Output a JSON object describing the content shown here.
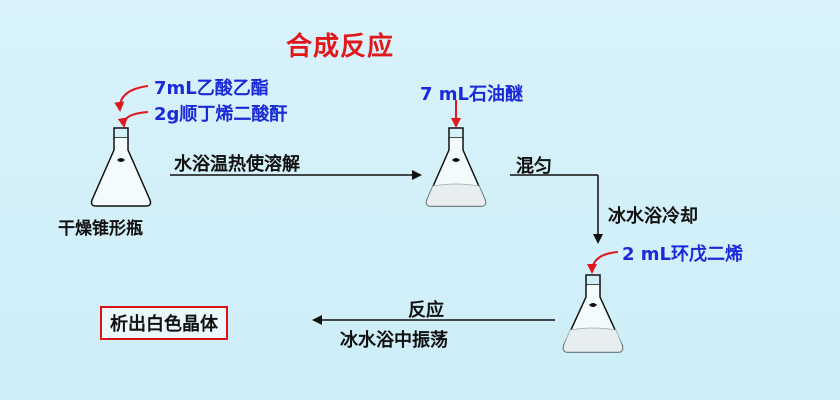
{
  "title": "合成反应",
  "reagents": {
    "flask1_a": "7mL乙酸乙酯",
    "flask1_b": "2g顺丁烯二酸酐",
    "flask2": "7 mL石油醚",
    "flask3": "2 mL环戊二烯"
  },
  "flask1_label": "干燥锥形瓶",
  "steps": {
    "heat_dissolve": "水浴温热使溶解",
    "mix": "混匀",
    "ice_bath_cool": "冰水浴冷却",
    "react": "反应",
    "ice_bath_shake": "冰水浴中振荡"
  },
  "result": "析出白色晶体",
  "colors": {
    "title": "#e2171c",
    "reagent_text": "#1a2ad6",
    "arrow_red": "#e2171c",
    "background": "#d4f0f8"
  }
}
